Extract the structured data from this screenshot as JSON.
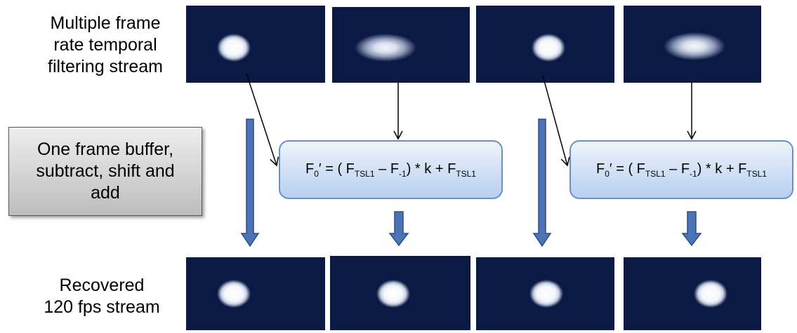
{
  "labels": {
    "top": "Multiple frame rate temporal filtering stream",
    "top_lines": [
      "Multiple frame",
      "rate temporal",
      "filtering stream"
    ],
    "bottom_lines": [
      "Recovered",
      "120 fps stream"
    ],
    "process_lines": [
      "One frame buffer,",
      "subtract, shift and",
      "add"
    ]
  },
  "equation": {
    "f": "F",
    "f_sub": "0",
    "prime_eq": "′ = ( F",
    "tsl1": "TSL1",
    "minus_f": " – F",
    "neg1": "-1",
    "tail": ") * k + F",
    "tsl1b": "TSL1"
  },
  "frames": {
    "top": [
      {
        "blob": "sharp"
      },
      {
        "blob": "blurred"
      },
      {
        "blob": "sharp"
      },
      {
        "blob": "blurred"
      }
    ],
    "bottom": [
      {
        "blob": "sharp"
      },
      {
        "blob": "sharp"
      },
      {
        "blob": "sharp"
      },
      {
        "blob": "sharp"
      }
    ]
  },
  "colors": {
    "frame_bg": "#0b1a45",
    "arrow_blue": "#4a74b5",
    "eq_border": "#6a8fc7"
  }
}
